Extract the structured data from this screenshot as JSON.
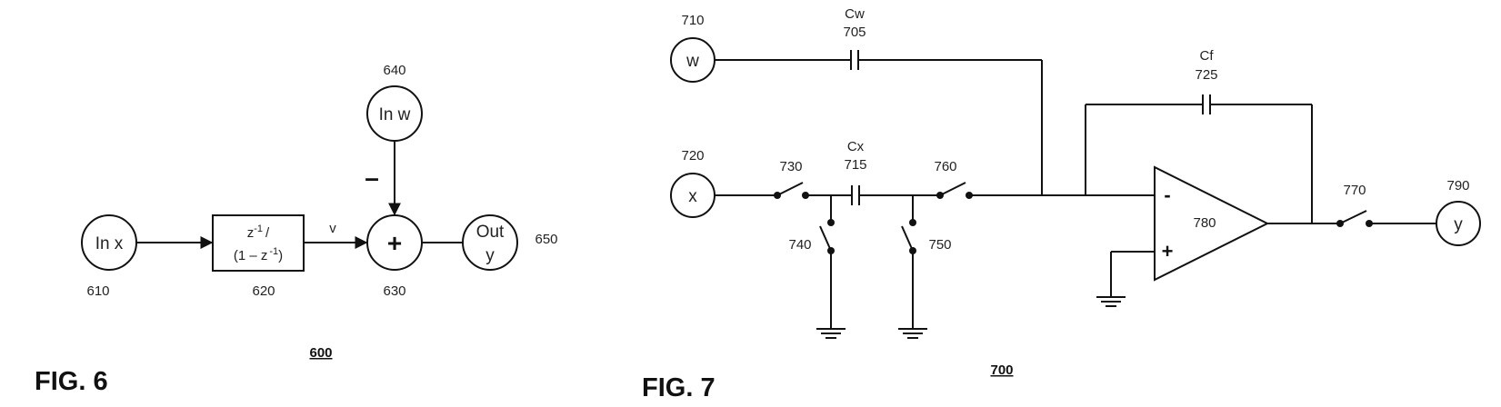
{
  "fig6": {
    "title": "FIG. 6",
    "ref": "600",
    "in_x": {
      "label": "In x",
      "num": "610"
    },
    "block": {
      "line1": "z",
      "sup1": "-1",
      "slash": "/",
      "line2a": "(1 – z",
      "sup2": "-1",
      "line2b": ")",
      "num": "620"
    },
    "v_label": "v",
    "sum": {
      "symbol": "+",
      "num": "630"
    },
    "in_w": {
      "label": "In w",
      "num": "640",
      "sign": "–"
    },
    "out": {
      "line1": "Out",
      "line2": "y",
      "num": "650"
    }
  },
  "fig7": {
    "title": "FIG. 7",
    "ref": "700",
    "w_node": {
      "label": "w",
      "num": "710"
    },
    "x_node": {
      "label": "x",
      "num": "720"
    },
    "y_node": {
      "label": "y",
      "num": "790"
    },
    "cw": {
      "name": "Cw",
      "num": "705"
    },
    "cx": {
      "name": "Cx",
      "num": "715"
    },
    "cf": {
      "name": "Cf",
      "num": "725"
    },
    "switches": {
      "s730": "730",
      "s740": "740",
      "s750": "750",
      "s760": "760",
      "s770": "770"
    },
    "opamp": {
      "num": "780",
      "minus": "-",
      "plus": "+"
    }
  }
}
